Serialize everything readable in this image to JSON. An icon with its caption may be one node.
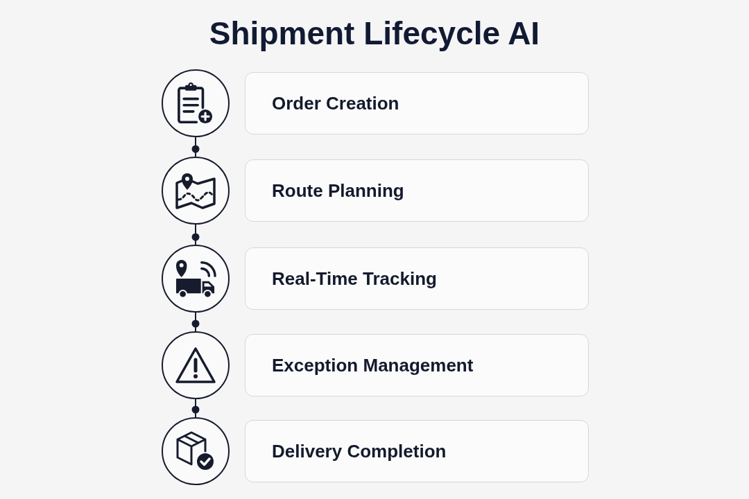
{
  "diagram": {
    "title": "Shipment Lifecycle AI",
    "nodes": [
      {
        "text": [],
        "shape": "circle"
      },
      {
        "text": [
          "Order Creation"
        ]
      },
      {
        "text": [],
        "shape": "circle"
      },
      {
        "text": [
          "Route Planning"
        ]
      },
      {
        "text": [],
        "shape": "circle"
      },
      {
        "text": [
          "Real-Time Tracking"
        ]
      },
      {
        "text": [],
        "shape": "circle"
      },
      {
        "text": [
          "Exception Management"
        ]
      },
      {
        "text": [],
        "shape": "circle"
      },
      {
        "text": [
          "Delivery Completion"
        ]
      }
    ],
    "edges": [
      {
        "from": 0,
        "to": 2,
        "arrow": "other"
      },
      {
        "from": 2,
        "to": 4,
        "arrow": "other"
      },
      {
        "from": 4,
        "to": 6,
        "arrow": "other"
      },
      {
        "from": 6,
        "to": 8,
        "arrow": "other"
      }
    ]
  }
}
